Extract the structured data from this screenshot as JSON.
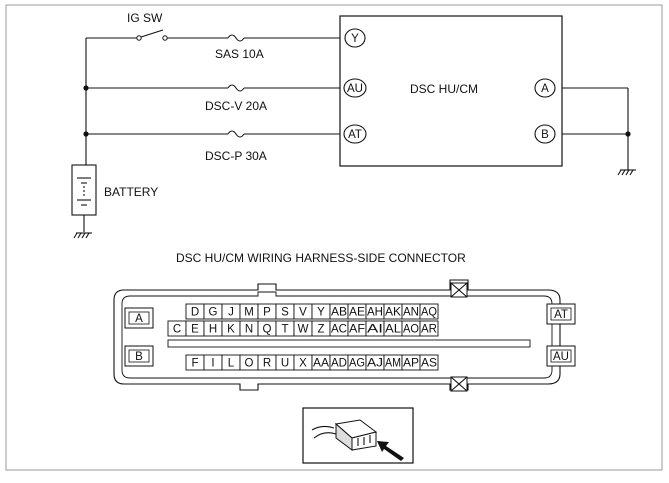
{
  "schematic": {
    "switch_label": "IG SW",
    "module_label": "DSC HU/CM",
    "battery_label": "BATTERY",
    "fuses": [
      {
        "label": "SAS 10A",
        "terminal": "Y"
      },
      {
        "label": "DSC-V 20A",
        "terminal": "AU"
      },
      {
        "label": "DSC-P 30A",
        "terminal": "AT"
      }
    ],
    "ground_terminals": [
      "A",
      "B"
    ]
  },
  "connector": {
    "title": "DSC HU/CM WIRING HARNESS-SIDE CONNECTOR",
    "left_terminals": [
      "A",
      "B"
    ],
    "right_terminals": [
      "AT",
      "AU"
    ],
    "row1": [
      "D",
      "G",
      "J",
      "M",
      "P",
      "S",
      "V",
      "Y",
      "AB",
      "AE",
      "AH",
      "AK",
      "AN",
      "AQ"
    ],
    "row2": [
      "C",
      "E",
      "H",
      "K",
      "N",
      "Q",
      "T",
      "W",
      "Z",
      "AC",
      "AF",
      "AI",
      "AL",
      "AO",
      "AR"
    ],
    "row3": [
      "F",
      "I",
      "L",
      "O",
      "R",
      "U",
      "X",
      "AA",
      "AD",
      "AG",
      "AJ",
      "AM",
      "AP",
      "AS"
    ]
  },
  "connector_icon": "connector-plug-with-arrow-icon"
}
